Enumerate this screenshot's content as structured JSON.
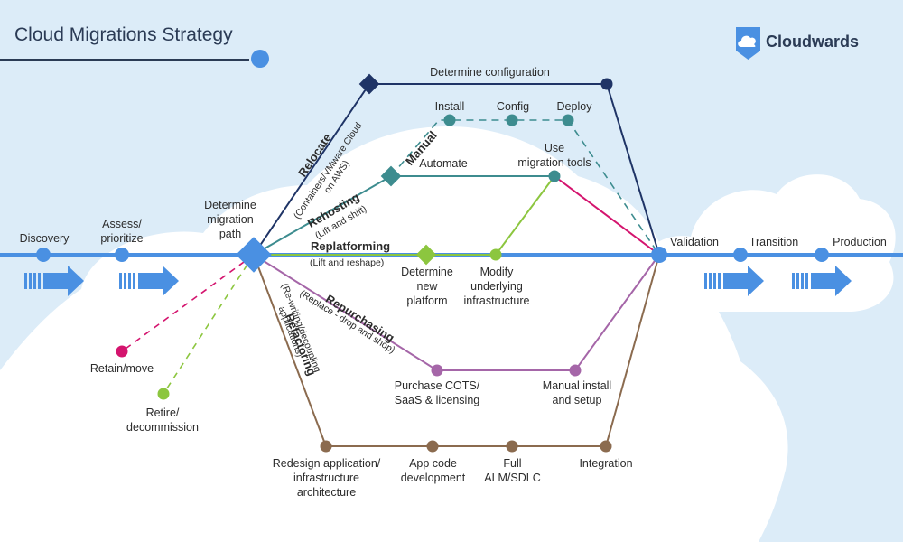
{
  "header": {
    "title": "Cloud Migrations Strategy",
    "brand": "Cloudwards"
  },
  "stages": {
    "discovery": "Discovery",
    "assess": "Assess/\nprioritize",
    "determine_path": "Determine\nmigration\npath",
    "validation": "Validation",
    "transition": "Transition",
    "production": "Production"
  },
  "paths": {
    "relocate": {
      "name": "Relocate",
      "detail": "(Containers/VMware Cloud\non AWS)",
      "step": "Determine configuration"
    },
    "rehosting": {
      "name": "Rehosting",
      "detail": "(Lift and shift)",
      "manual": "Manual",
      "automate": "Automate",
      "install": "Install",
      "config": "Config",
      "deploy": "Deploy",
      "tools": "Use\nmigration tools"
    },
    "replatforming": {
      "name": "Replatforming",
      "detail": "(Lift and reshape)",
      "step1": "Determine\nnew\nplatform",
      "step2": "Modify\nunderlying\ninfrastructure"
    },
    "repurchasing": {
      "name": "Repurchasing",
      "detail": "(Replace - drop and shop)",
      "step1": "Purchase COTS/\nSaaS & licensing",
      "step2": "Manual install\nand setup"
    },
    "refactoring": {
      "name": "Refactoring",
      "detail": "(Re-writing/decoupling\napplications)",
      "step1": "Redesign application/\ninfrastructure\narchitecture",
      "step2": "App code\ndevelopment",
      "step3": "Full\nALM/SDLC",
      "step4": "Integration"
    },
    "retain": "Retain/move",
    "retire": "Retire/\ndecommission"
  },
  "colors": {
    "background": "#dcecf8",
    "cloud": "#ffffff",
    "main_line": "#4a90e2",
    "relocate": "#1f3466",
    "rehost": "#3d8c8f",
    "replatform": "#8cc63f",
    "repurchase": "#a566a8",
    "refactor": "#8b6b4f",
    "retain": "#d4146e",
    "text": "#2b3b55"
  }
}
